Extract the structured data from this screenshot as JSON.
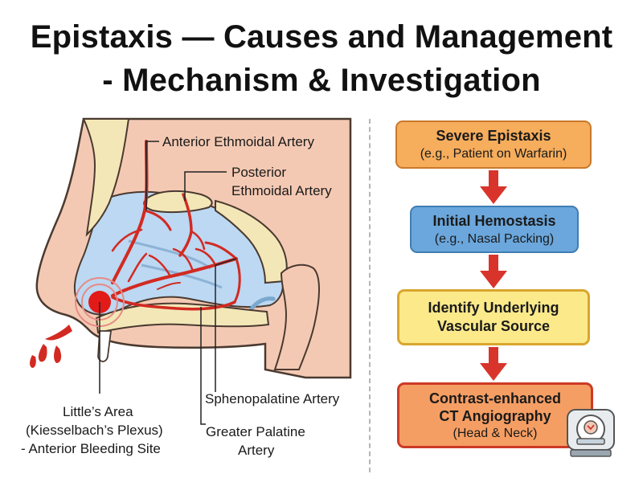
{
  "title": {
    "line1": "Epistaxis — Causes and Management",
    "line2": "- Mechanism & Investigation"
  },
  "anatomy": {
    "labels": {
      "anterior_ethmoidal": "Anterior Ethmoidal Artery",
      "posterior_ethmoidal_1": "Posterior",
      "posterior_ethmoidal_2": "Ethmoidal Artery",
      "sphenopalatine": "Sphenopalatine Artery",
      "greater_palatine_1": "Greater Palatine",
      "greater_palatine_2": "Artery",
      "littles_area_1": "Little’s Area",
      "littles_area_2": "(Kiesselbach’s Plexus)",
      "littles_area_3": "- Anterior Bleeding Site"
    }
  },
  "flowchart": {
    "steps": [
      {
        "title": "Severe Epistaxis",
        "subtitle": "(e.g., Patient on Warfarin)"
      },
      {
        "title": "Initial Hemostasis",
        "subtitle": "(e.g., Nasal Packing)"
      },
      {
        "title_line1": "Identify Underlying",
        "title_line2": "Vascular Source"
      },
      {
        "title_line1": "Contrast-enhanced",
        "title_line2": "CT Angiography",
        "subtitle": "(Head & Neck)"
      }
    ]
  },
  "colors": {
    "step1": "#f6ad5c",
    "step2": "#6ba7dc",
    "step3": "#fbe98a",
    "step4": "#f59e63",
    "arrow": "#d9342b",
    "artery": "#d22a22",
    "mucosa": "#bcd8f2",
    "bone": "#f3e7b8",
    "tissue": "#f4c9b3"
  },
  "icons": [
    "ct-scanner-icon",
    "bleeding-site-icon",
    "blood-drop-icon",
    "down-arrow-icon"
  ]
}
